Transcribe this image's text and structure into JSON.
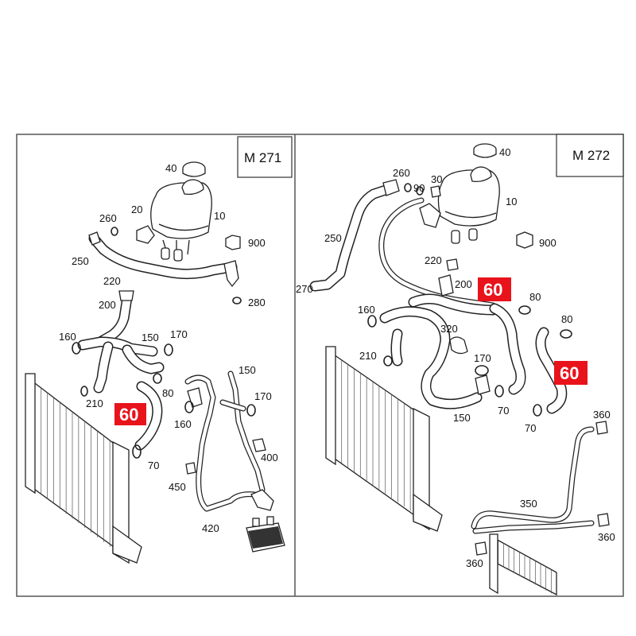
{
  "panels": [
    {
      "model": "M 271",
      "callouts": [
        "40",
        "20",
        "260",
        "10",
        "900",
        "250",
        "280",
        "220",
        "200",
        "160",
        "150",
        "170",
        "210",
        "80",
        "60",
        "70",
        "160",
        "150",
        "170",
        "400",
        "450",
        "420"
      ]
    },
    {
      "model": "M 272",
      "callouts": [
        "40",
        "260",
        "90",
        "30",
        "10",
        "250",
        "900",
        "220",
        "200",
        "270",
        "60",
        "80",
        "80",
        "160",
        "320",
        "210",
        "170",
        "60",
        "150",
        "70",
        "70",
        "360",
        "350",
        "360",
        "360"
      ]
    }
  ],
  "highlight": {
    "color": "#e8131b",
    "text_color": "#ffffff"
  }
}
